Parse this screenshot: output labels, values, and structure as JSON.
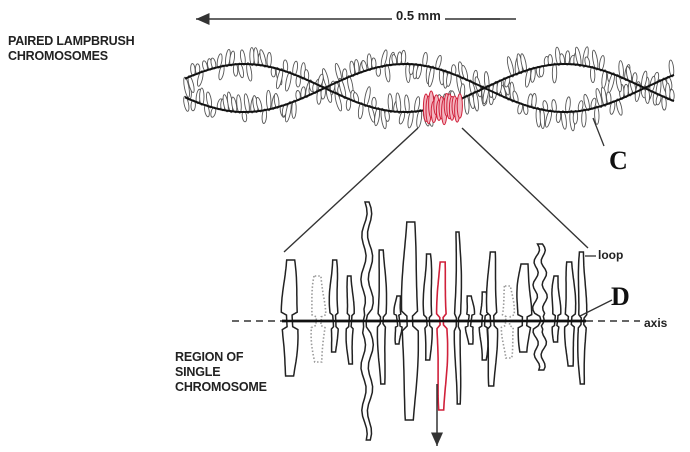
{
  "labels": {
    "scale": "0.5 mm",
    "paired_line1": "PAIRED LAMPBRUSH",
    "paired_line2": "CHROMOSOMES",
    "marker_c": "C",
    "marker_d": "D",
    "loop": "loop",
    "axis": "axis",
    "region_line1": "REGION OF",
    "region_line2": "SINGLE",
    "region_line3": "CHROMOSOME"
  },
  "colors": {
    "ink": "#333333",
    "highlight": "#d0203a",
    "highlight_fill": "#f3b6c0",
    "loop_dotted": "#999999"
  }
}
